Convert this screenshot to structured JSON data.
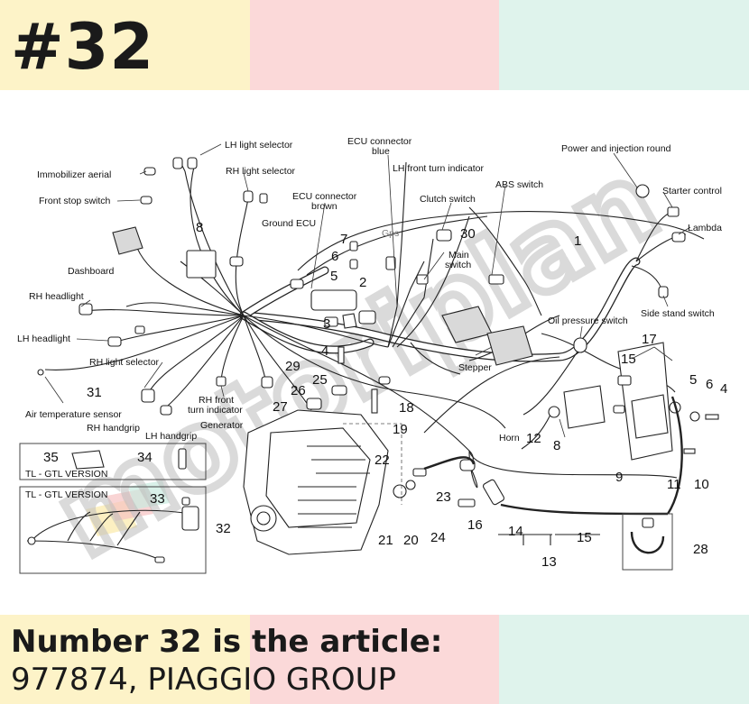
{
  "header": {
    "part_number": "#32"
  },
  "footer": {
    "line1": "Number 32 is the article:",
    "line2": "977874, PIAGGIO GROUP"
  },
  "watermark": {
    "text": "motoriplan"
  },
  "diagram": {
    "labels": {
      "lh_light_selector": "LH light selector",
      "immobilizer_aerial": "Immobilizer aerial",
      "rh_light_selector_top": "RH light selector",
      "front_stop_switch": "Front stop switch",
      "dashboard": "Dashboard",
      "ecu_connector_blue_1": "ECU connector",
      "ecu_connector_blue_2": "blue",
      "lh_front_turn_indicator": "LH front turn indicator",
      "ecu_connector_brown_1": "ECU connector",
      "ecu_connector_brown_2": "brown",
      "ground_ecu": "Ground ECU",
      "clutch_switch": "Clutch switch",
      "abs_switch": "ABS switch",
      "power_injection_round": "Power and injection round",
      "starter_control": "Starter control",
      "lambda": "Lambda",
      "gps": "Gps",
      "main_switch_1": "Main",
      "main_switch_2": "switch",
      "side_stand_switch": "Side stand switch",
      "rh_headlight": "RH headlight",
      "lh_headlight": "LH headlight",
      "oil_pressure_switch": "Oil pressure switch",
      "stepper": "Stepper",
      "rh_light_selector_bottom": "RH light selector",
      "rh_front_turn_indicator_1": "RH front",
      "rh_front_turn_indicator_2": "turn indicator",
      "air_temperature_sensor": "Air temperature sensor",
      "rh_handgrip": "RH handgrip",
      "lh_handgrip": "LH handgrip",
      "generator": "Generator",
      "horn": "Horn",
      "tl_gtl_version_a": "TL - GTL VERSION",
      "tl_gtl_version_b": "TL - GTL VERSION"
    },
    "numbers": {
      "n1": "1",
      "n2": "2",
      "n3": "3",
      "n4": "4",
      "n4b": "4",
      "n5": "5",
      "n5b": "5",
      "n6": "6",
      "n6b": "6",
      "n7": "7",
      "n8": "8",
      "n8b": "8",
      "n9": "9",
      "n10": "10",
      "n11": "11",
      "n12": "12",
      "n13": "13",
      "n14": "14",
      "n15": "15",
      "n15b": "15",
      "n16": "16",
      "n17": "17",
      "n18": "18",
      "n19": "19",
      "n20": "20",
      "n21": "21",
      "n22": "22",
      "n23": "23",
      "n24": "24",
      "n25": "25",
      "n26": "26",
      "n27": "27",
      "n28": "28",
      "n29": "29",
      "n30": "30",
      "n31": "31",
      "n32": "32",
      "n33": "33",
      "n34": "34",
      "n35": "35"
    }
  }
}
